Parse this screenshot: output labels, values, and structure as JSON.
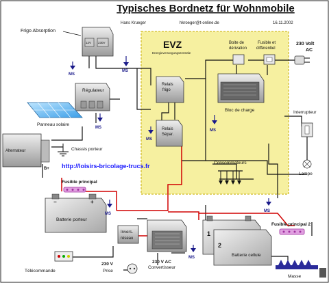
{
  "header": {
    "title": "Typisches Bordnetz für Wohnmobile",
    "author": "Hans Krueger",
    "email": "hkroeger@t-online.de",
    "date": "16.11.2002"
  },
  "evz": {
    "title": "EVZ",
    "subtitle": "Energieversorgungszentrale"
  },
  "components": {
    "frigo": "Frigo Absorption",
    "frigo_12v": "12V",
    "frigo_230v": "230V",
    "regulateur": "Régulateur",
    "panneau": "Panneau solaire",
    "relais_frigo": "Relais\nfrigo",
    "relais_separ": "Relais\nSépar.",
    "boite": "Boite de\ndérivation",
    "fusible_diff": "Fusible et\ndifférentiel",
    "power_230": "230 Volt\nAC",
    "bloc_charge": "Bloc de charge",
    "interrupteur": "Interrupteur",
    "alternateur": "Alternateur",
    "chassis": "Chassis porteur",
    "consommateurs": "Consommateurs",
    "lampe": "Lampe",
    "url": "http://loisirs-bricolage-trucs.fr",
    "fusible_principal": "Fusible principal",
    "fusible_principal_2": "Fusible principal 2",
    "batterie_porteur": "Batterie porteur",
    "invers_reseau": "Invers.\nréseau",
    "convertisseur": "230 V AC\nConvertisseur",
    "batterie_cellule": "Batterie cellule",
    "telecommande": "Télécommande",
    "prise": "230 V\nPrise",
    "masse": "Masse",
    "ms": "MS",
    "b_plus": "B+"
  },
  "colors": {
    "evz_fill": "#f6f0a0",
    "evz_border": "#d8c640",
    "wire_red": "#d00000",
    "wire_black": "#111111",
    "component_fill": "#d8d8d8",
    "url_color": "#1a1aff"
  }
}
